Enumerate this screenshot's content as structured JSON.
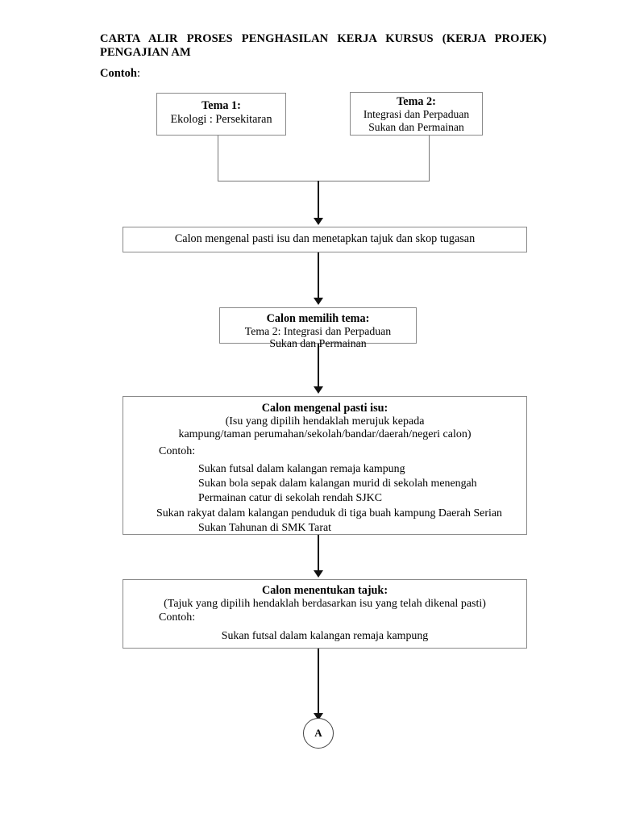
{
  "document": {
    "title_line1": "CARTA ALIR PROSES PENGHASILAN KERJA KURSUS (KERJA PROJEK)",
    "title_line2": "PENGAJIAN AM",
    "contoh_label_bold": "Contoh",
    "contoh_label_colon": ":"
  },
  "themes": [
    {
      "id": "tema-1",
      "heading": "Tema 1:",
      "lines": [
        "Ekologi : Persekitaran"
      ]
    },
    {
      "id": "tema-2",
      "heading": "Tema 2:",
      "lines": [
        "Integrasi dan Perpaduan",
        "Sukan dan Permainan"
      ]
    }
  ],
  "steps": {
    "identify": {
      "text": "Calon mengenal pasti isu dan menetapkan tajuk dan skop tugasan"
    },
    "choose_theme": {
      "heading": "Calon memilih tema:",
      "line1": "Tema 2: Integrasi dan Perpaduan",
      "line2": "Sukan dan Permainan"
    },
    "identify_issue": {
      "heading": "Calon mengenal pasti isu:",
      "note_line1": "(Isu yang dipilih hendaklah merujuk kepada",
      "note_line2": "kampung/taman perumahan/sekolah/bandar/daerah/negeri calon)",
      "contoh_label": "Contoh:",
      "examples": [
        "Sukan futsal dalam kalangan remaja kampung",
        "Sukan bola sepak dalam kalangan murid di sekolah menengah",
        "Permainan catur di sekolah rendah SJKC",
        "Sukan rakyat dalam kalangan penduduk di tiga buah kampung Daerah Serian",
        "Sukan Tahunan di SMK Tarat"
      ]
    },
    "determine_title": {
      "heading": "Calon menentukan tajuk:",
      "note": "(Tajuk yang dipilih hendaklah berdasarkan isu yang telah dikenal pasti)",
      "contoh_label": "Contoh:",
      "example": "Sukan futsal dalam kalangan remaja kampung"
    }
  },
  "connector": {
    "label": "A"
  },
  "colors": {
    "text": "#000000",
    "box_border": "#8a8a8a",
    "arrow": "#111111",
    "connector_line": "#777777",
    "page_background": "#ffffff"
  }
}
